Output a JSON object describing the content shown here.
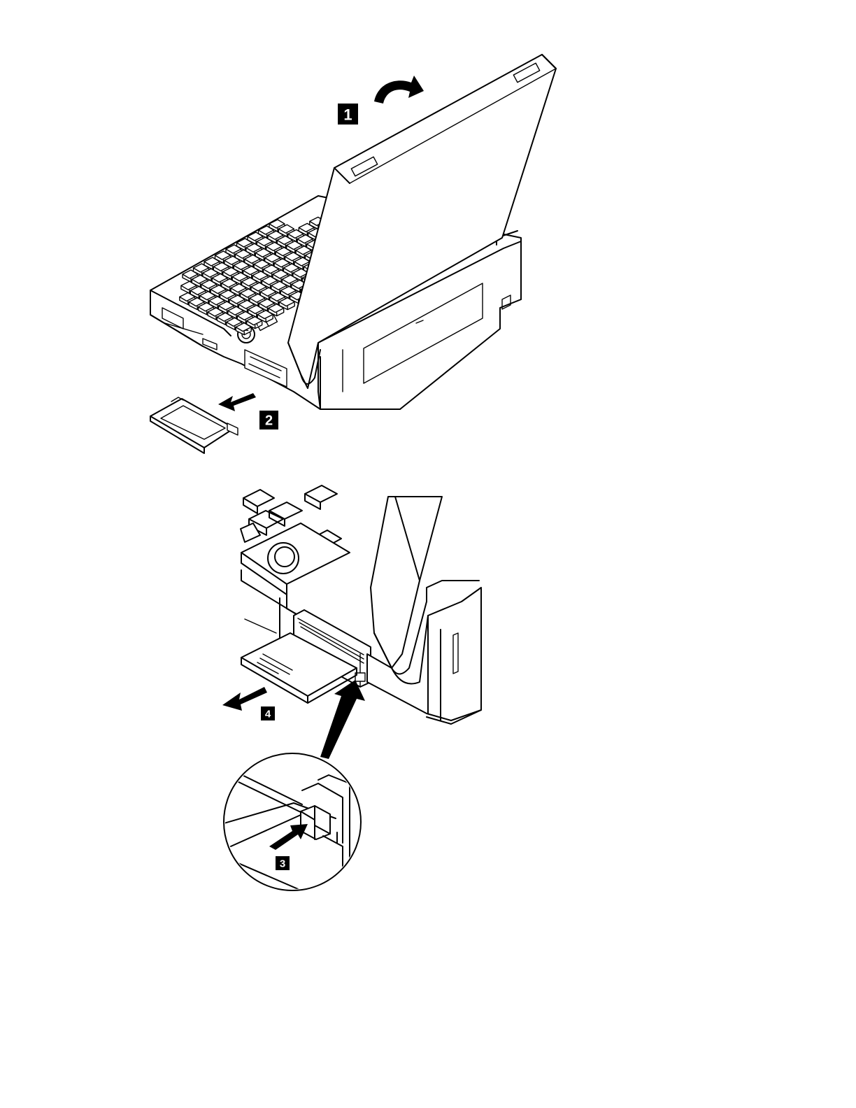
{
  "figure": {
    "steps": [
      {
        "number": "1",
        "action": "open-display"
      },
      {
        "number": "2",
        "action": "remove-cover"
      },
      {
        "number": "3",
        "action": "press-eject-button"
      },
      {
        "number": "4",
        "action": "remove-card"
      }
    ],
    "colors": {
      "line": "#000000",
      "background": "#ffffff",
      "badge_fill": "#000000",
      "badge_text": "#ffffff"
    }
  }
}
